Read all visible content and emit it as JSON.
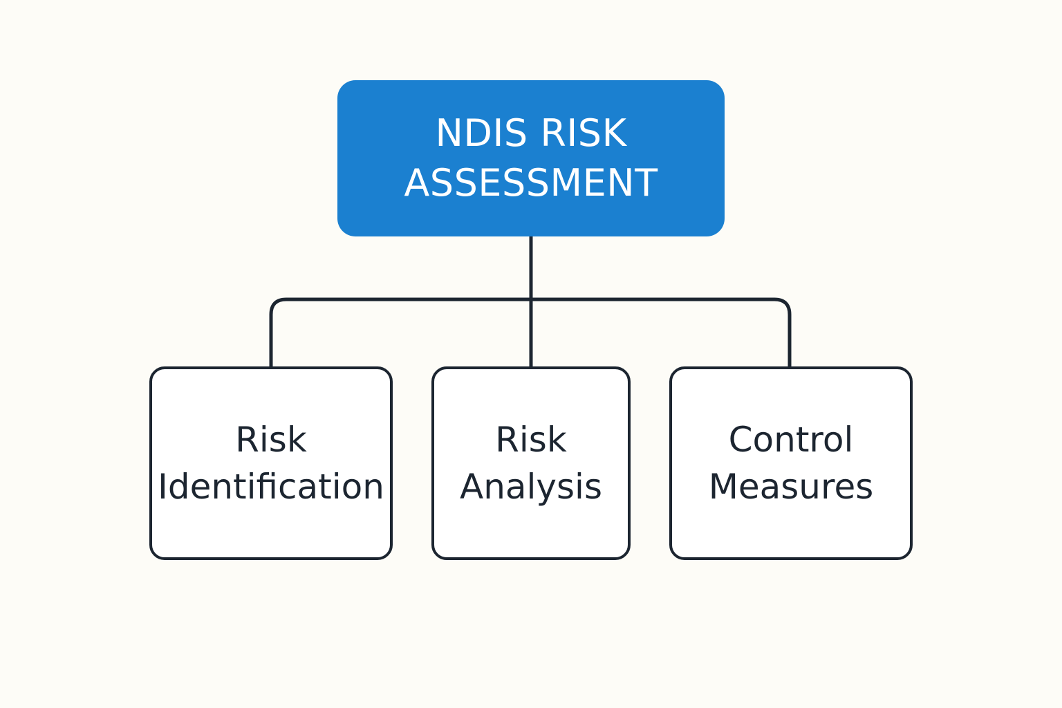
{
  "diagram": {
    "root": {
      "lines": [
        "NDIS RISK",
        "ASSESSMENT"
      ]
    },
    "children": [
      {
        "lines": [
          "Risk",
          "Identification"
        ]
      },
      {
        "lines": [
          "Risk",
          "Analysis"
        ]
      },
      {
        "lines": [
          "Control",
          "Measures"
        ]
      }
    ]
  },
  "colors": {
    "background": "#fdfcf7",
    "root_fill": "#1b80d0",
    "root_text": "#ffffff",
    "node_border": "#1c2530",
    "node_text": "#1c2530",
    "connector": "#1c2530"
  }
}
